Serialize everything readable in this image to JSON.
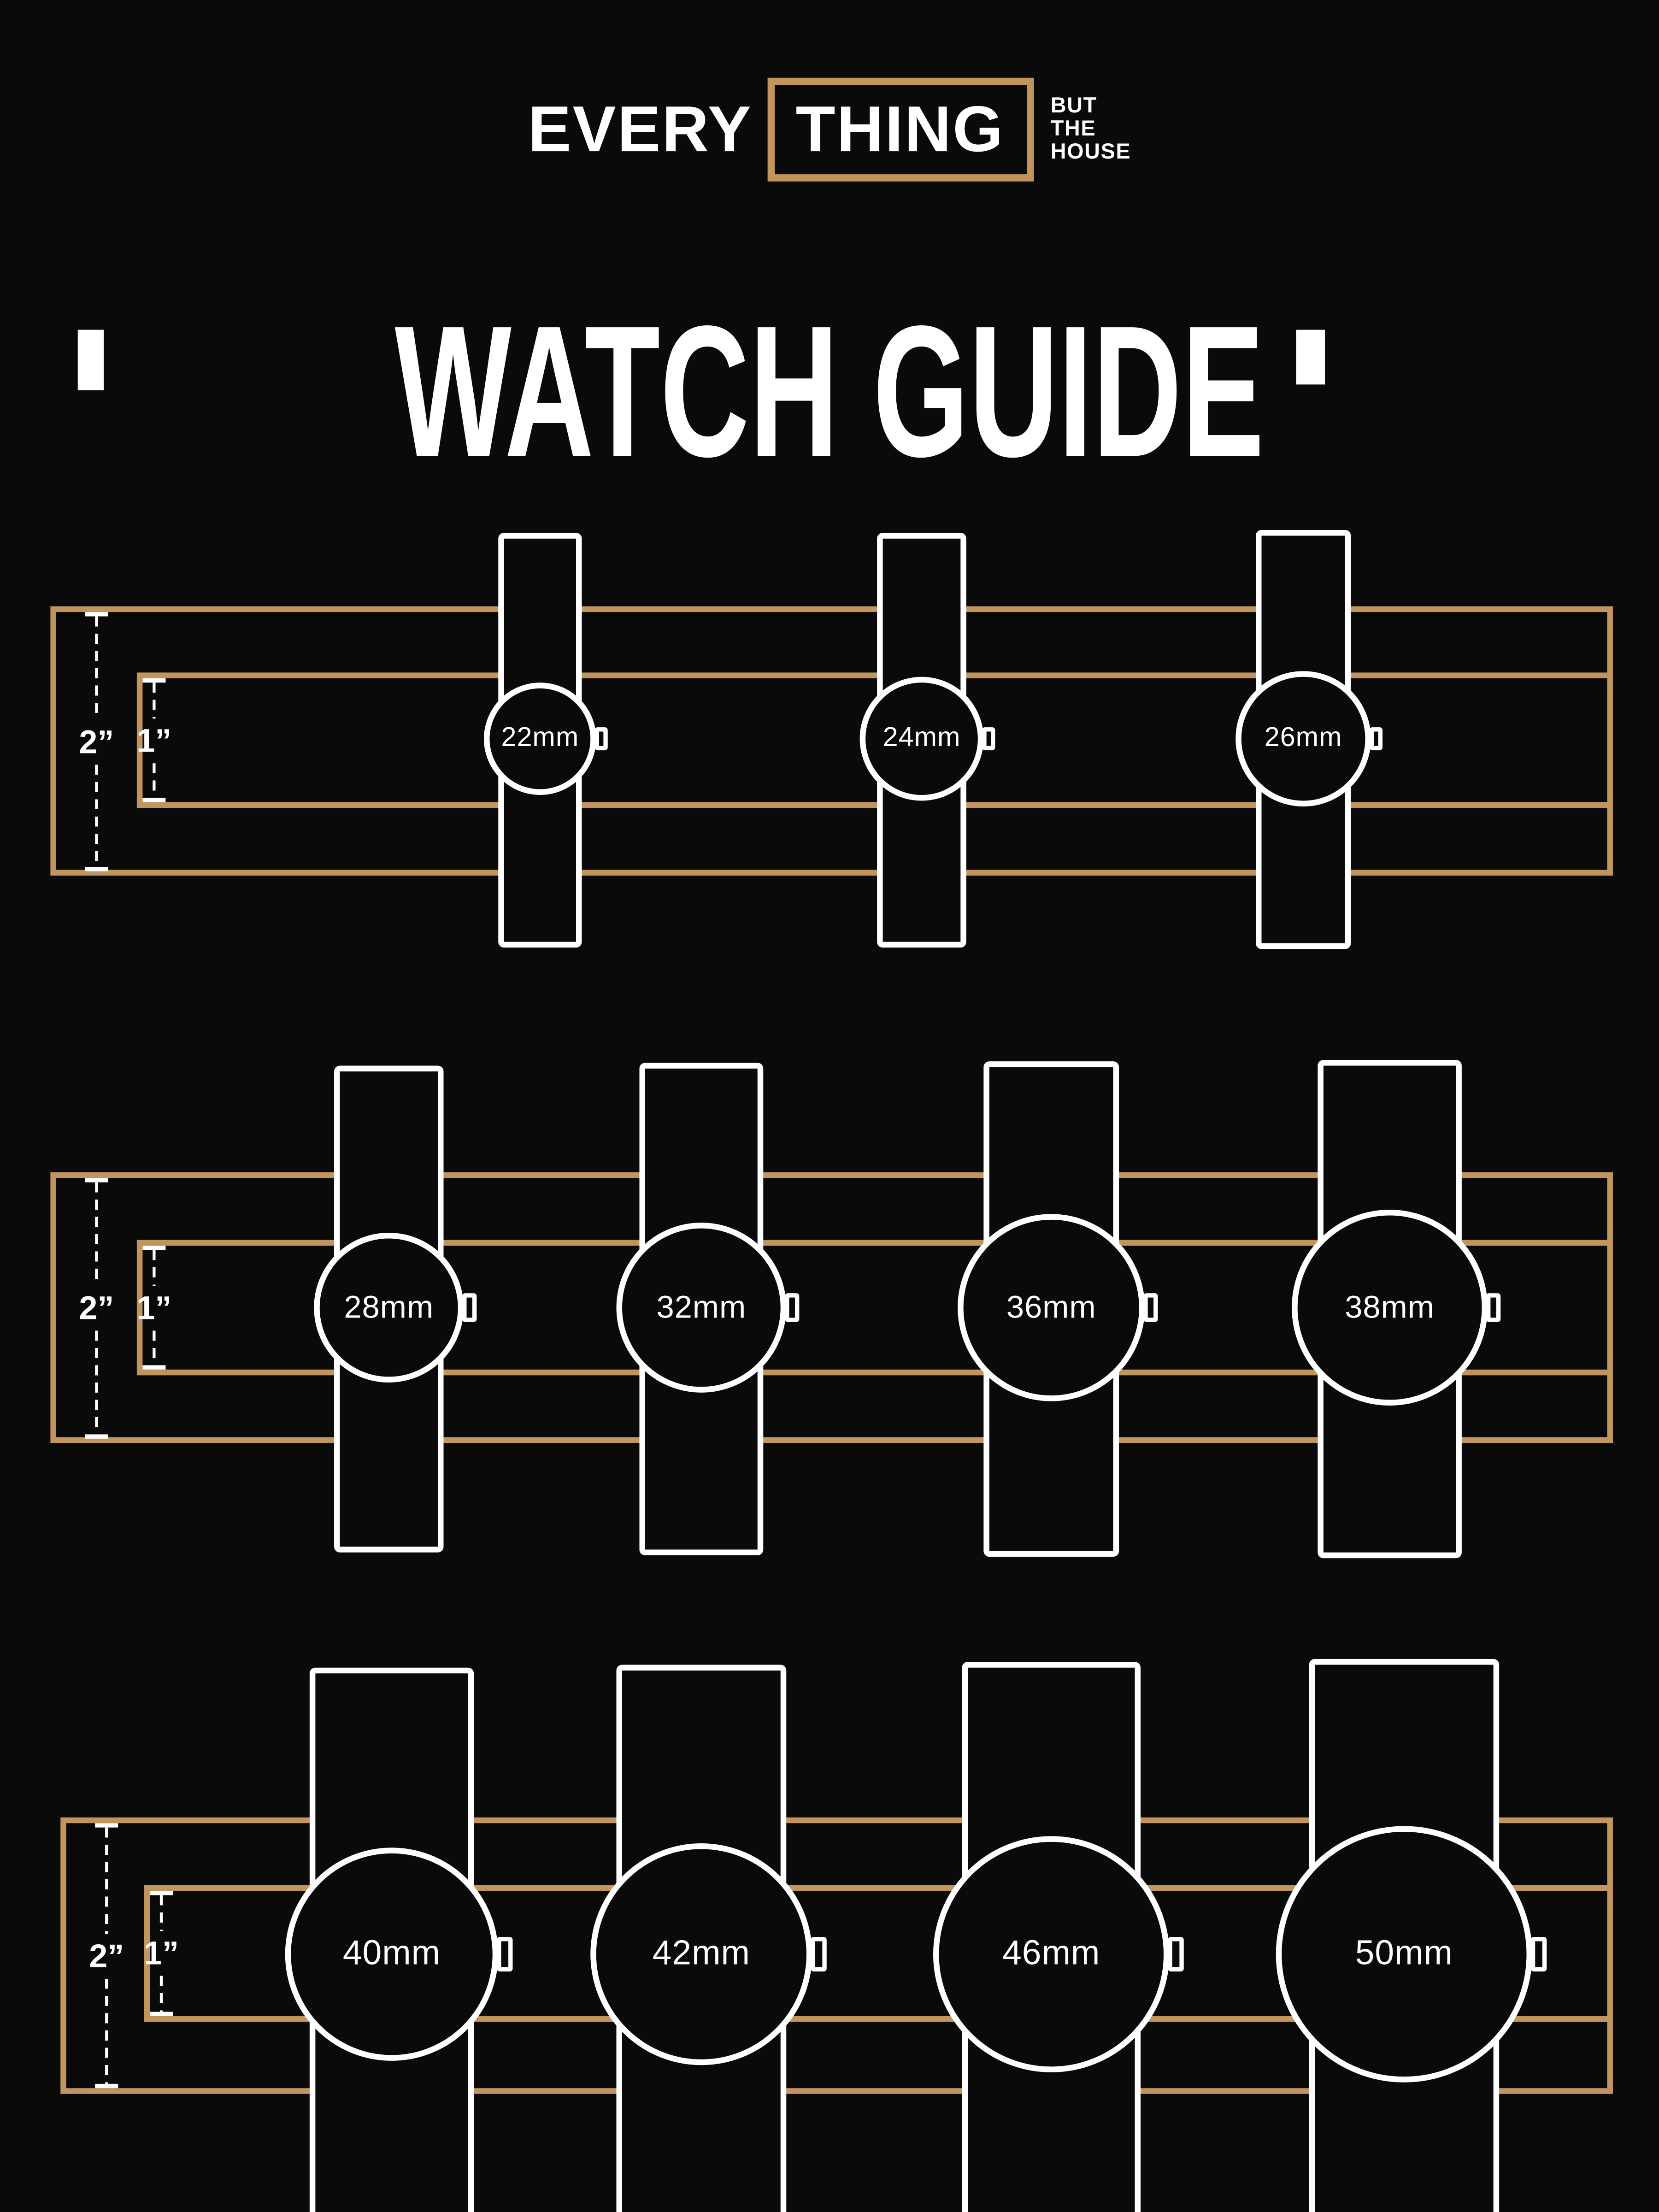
{
  "brand": {
    "word_outside": "EVERY",
    "word_boxed": "THING",
    "tagline": [
      "BUT",
      "THE",
      "HOUSE"
    ]
  },
  "title": "WATCH GUIDE",
  "rows": [
    {
      "outer_label": "2”",
      "inner_label": "1”",
      "watches": [
        {
          "mm": 22,
          "label": "22mm"
        },
        {
          "mm": 24,
          "label": "24mm"
        },
        {
          "mm": 26,
          "label": "26mm"
        }
      ]
    },
    {
      "outer_label": "2”",
      "inner_label": "1”",
      "watches": [
        {
          "mm": 28,
          "label": "28mm"
        },
        {
          "mm": 32,
          "label": "32mm"
        },
        {
          "mm": 36,
          "label": "36mm"
        },
        {
          "mm": 38,
          "label": "38mm"
        }
      ]
    },
    {
      "outer_label": "2”",
      "inner_label": "1”",
      "watches": [
        {
          "mm": 40,
          "label": "40mm"
        },
        {
          "mm": 42,
          "label": "42mm"
        },
        {
          "mm": 46,
          "label": "46mm"
        },
        {
          "mm": 50,
          "label": "50mm"
        }
      ]
    }
  ],
  "colors": {
    "background": "#0a0a0a",
    "accent_gold": "#c2945e",
    "foreground": "#ffffff"
  }
}
